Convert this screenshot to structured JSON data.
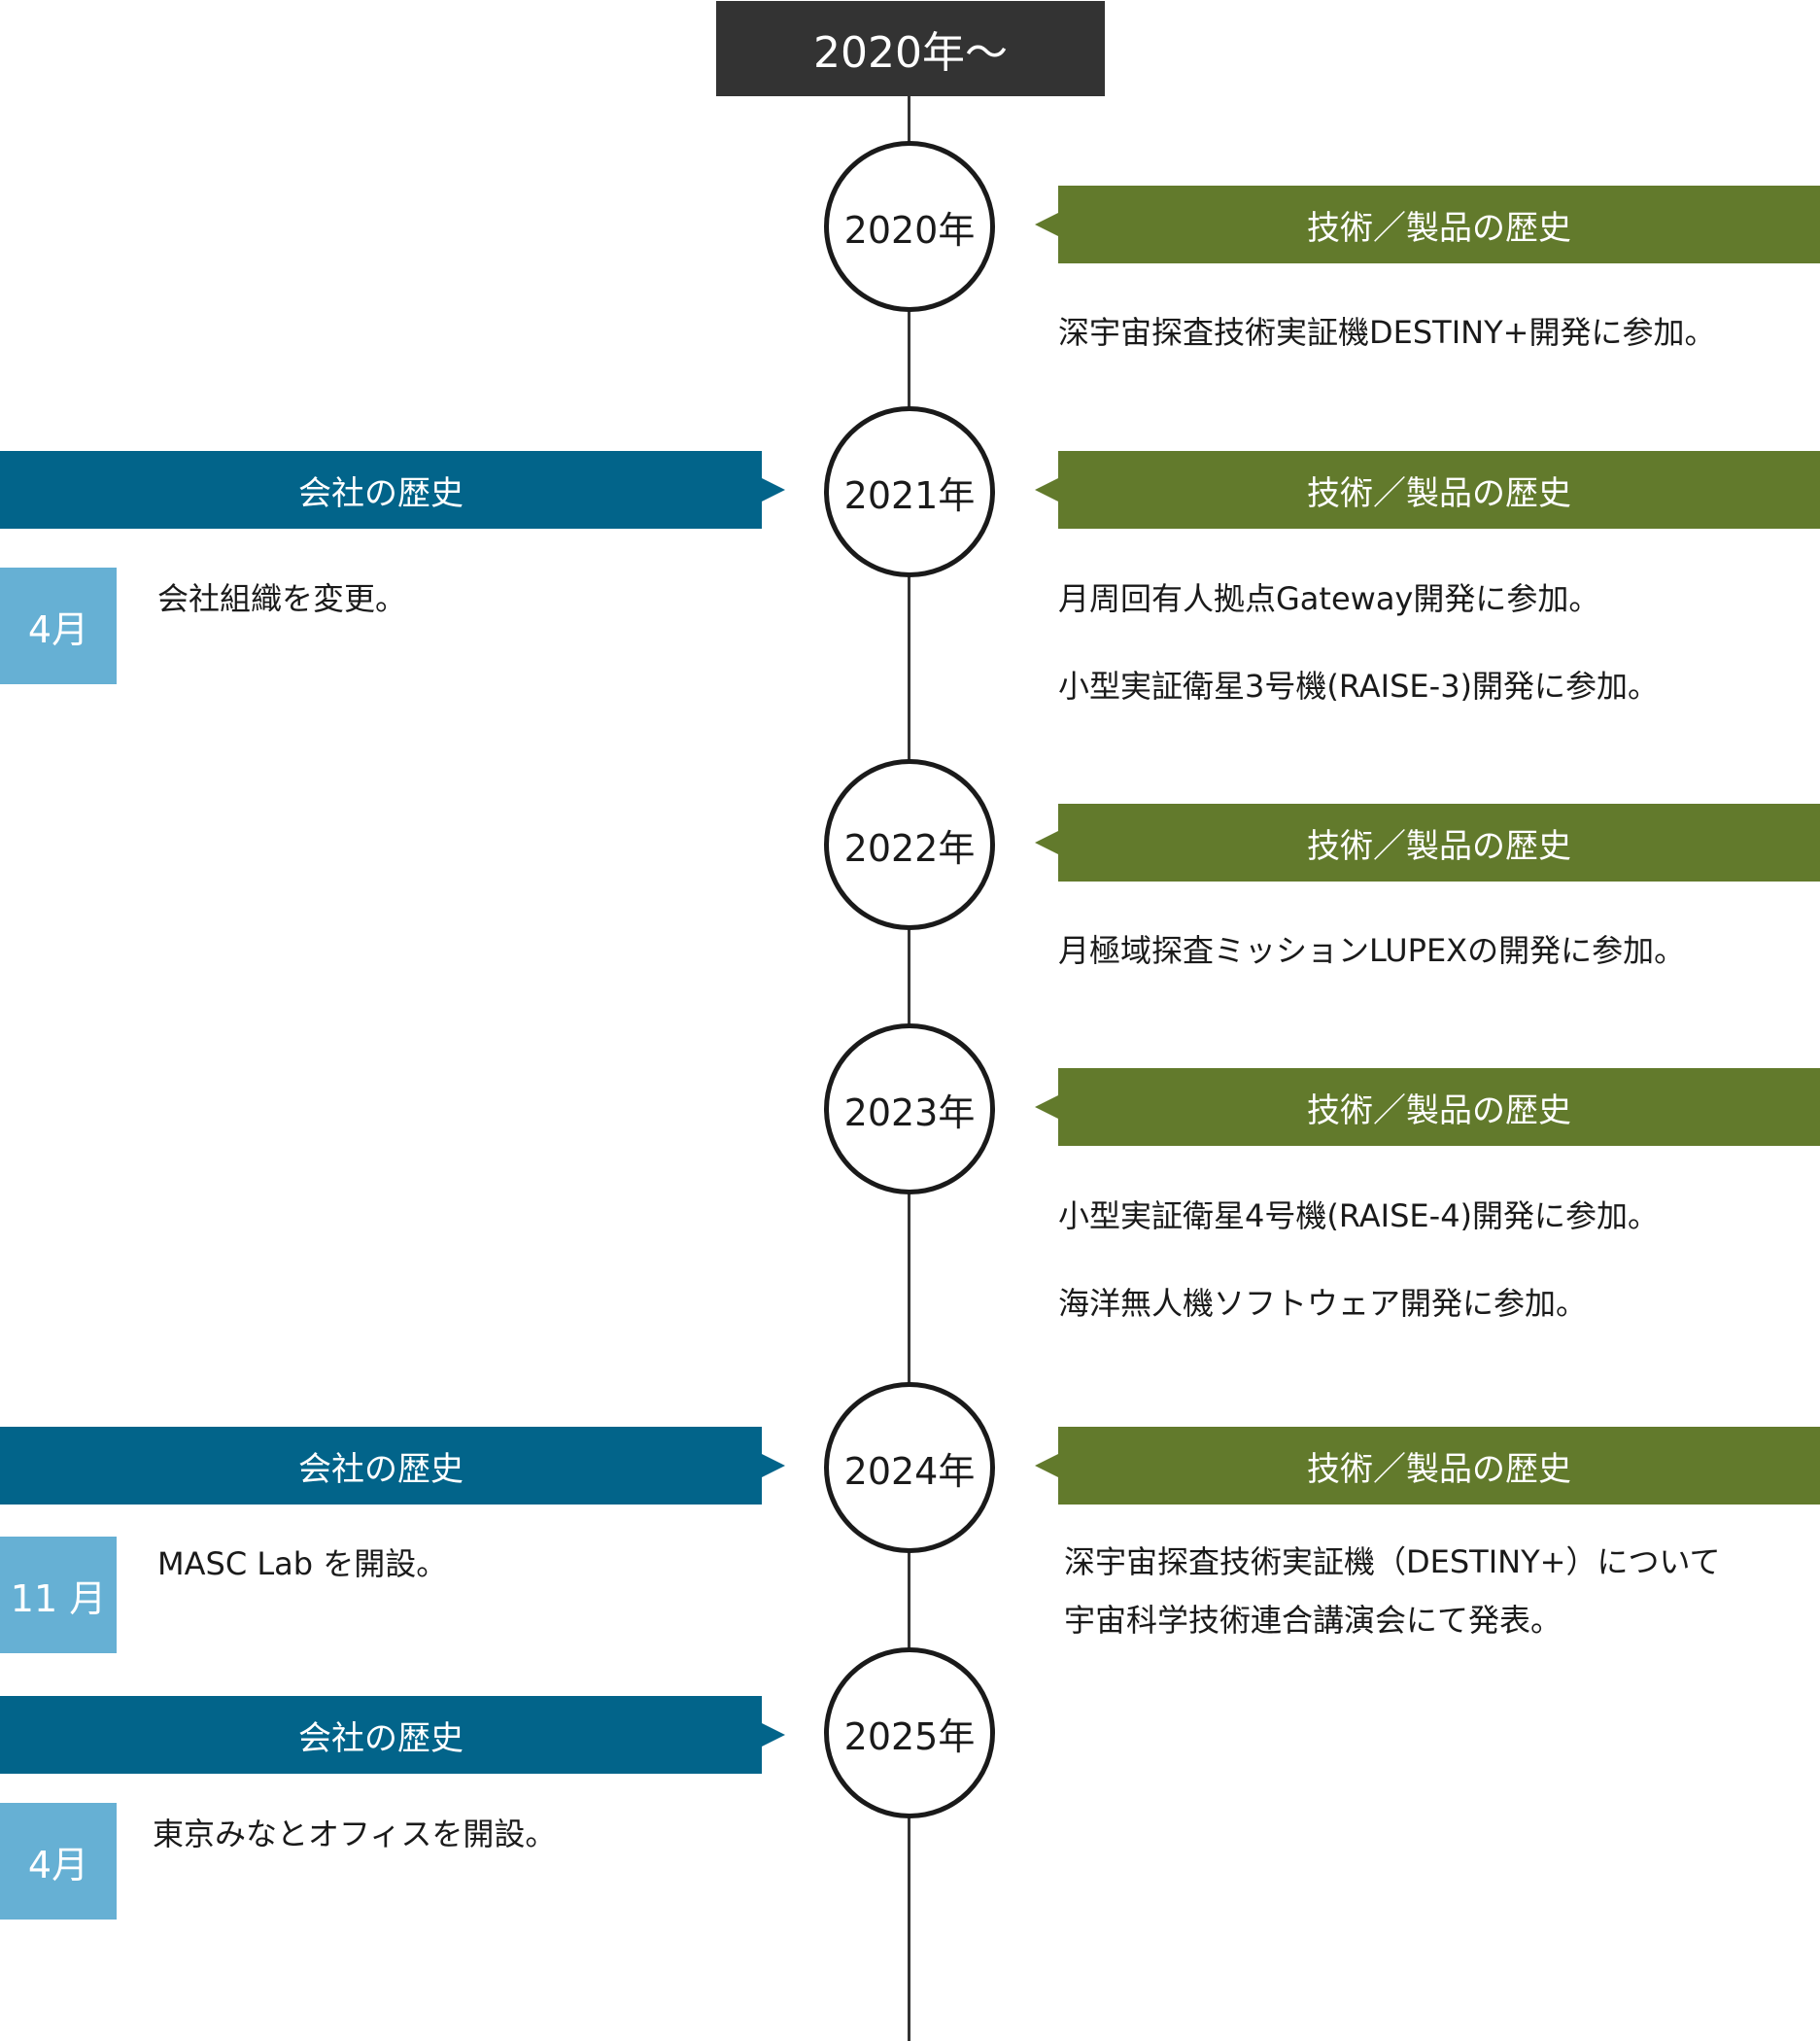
{
  "header": "2020年〜",
  "labels": {
    "company": "会社の歴史",
    "tech": "技術／製品の歴史"
  },
  "years": [
    "2020年",
    "2021年",
    "2022年",
    "2023年",
    "2024年",
    "2025年"
  ],
  "company_history": [
    {
      "year": "2021年",
      "month": "4月",
      "text": "会社組織を変更。"
    },
    {
      "year": "2024年",
      "month": "11 月",
      "text": "MASC Lab を開設。"
    },
    {
      "year": "2025年",
      "month": "4月",
      "text": "東京みなとオフィスを開設。"
    }
  ],
  "tech_history": [
    {
      "year": "2020年",
      "items": [
        "深宇宙探査技術実証機DESTINY+開発に参加。"
      ]
    },
    {
      "year": "2021年",
      "items": [
        "月周回有人拠点Gateway開発に参加。",
        "小型実証衛星3号機(RAISE-3)開発に参加。"
      ]
    },
    {
      "year": "2022年",
      "items": [
        "月極域探査ミッションLUPEXの開発に参加。"
      ]
    },
    {
      "year": "2023年",
      "items": [
        "小型実証衛星4号機(RAISE-4)開発に参加。",
        "海洋無人機ソフトウェア開発に参加。"
      ]
    },
    {
      "year": "2024年",
      "items": [
        "深宇宙探査技術実証機（DESTINY+）について\n宇宙科学技術連合講演会にて発表。"
      ]
    }
  ],
  "colors": {
    "header": "#333333",
    "company": "#02648a",
    "tech": "#627a2c",
    "month": "#66b0d4"
  }
}
